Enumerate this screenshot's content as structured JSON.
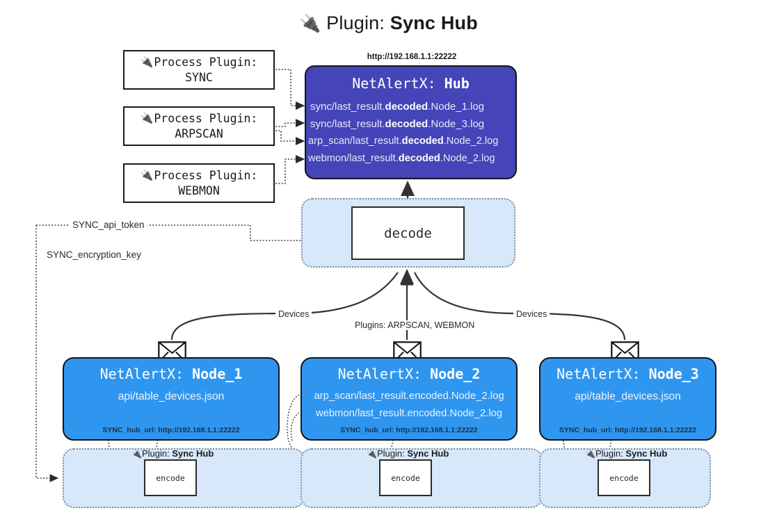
{
  "title": {
    "plug_icon": "plug-icon",
    "prefix": "Plugin: ",
    "name": "Sync Hub"
  },
  "process_plugins": [
    {
      "line1": "Process Plugin:",
      "line2": "SYNC",
      "icon": "plug-icon"
    },
    {
      "line1": "Process Plugin:",
      "line2": "ARPSCAN",
      "icon": "plug-icon"
    },
    {
      "line1": "Process Plugin:",
      "line2": "WEBMON",
      "icon": "plug-icon"
    }
  ],
  "hub": {
    "url": "http://192.168.1.1:22222",
    "title_prefix": "NetAlertX: ",
    "title_name": "Hub",
    "logs": [
      {
        "pre": "sync/last_result.",
        "bold": "decoded",
        "post": ".Node_1.log"
      },
      {
        "pre": "sync/last_result.",
        "bold": "decoded",
        "post": ".Node_3.log"
      },
      {
        "pre": "arp_scan/last_result.",
        "bold": "decoded",
        "post": ".Node_2.log"
      },
      {
        "pre": "webmon/last_result.",
        "bold": "decoded",
        "post": ".Node_2.log"
      }
    ]
  },
  "decode": {
    "label": "decode"
  },
  "tokens": [
    {
      "label": "SYNC_api_token"
    },
    {
      "label": "SYNC_encryption_key"
    }
  ],
  "edge_labels": {
    "devices_left": "Devices",
    "devices_right": "Devices",
    "plugins_center": "Plugins: ARPSCAN, WEBMON"
  },
  "nodes": [
    {
      "title_prefix": "NetAlertX: ",
      "title_name": "Node_1",
      "logs": [
        "api/table_devices.json"
      ],
      "footer": "SYNC_hub_url: http://192.168.1.1:22222",
      "envelope_icon": "envelope-icon",
      "plugin_label_prefix": "Plugin: ",
      "plugin_label_name": "Sync Hub",
      "encode_label": "encode"
    },
    {
      "title_prefix": "NetAlertX: ",
      "title_name": "Node_2",
      "logs": [
        "arp_scan/last_result.encoded.Node_2.log",
        "webmon/last_result.encoded.Node_2.log"
      ],
      "footer": "SYNC_hub_url: http://192.168.1.1:22222",
      "envelope_icon": "envelope-icon",
      "plugin_label_prefix": "Plugin: ",
      "plugin_label_name": "Sync Hub",
      "encode_label": "encode"
    },
    {
      "title_prefix": "NetAlertX: ",
      "title_name": "Node_3",
      "logs": [
        "api/table_devices.json"
      ],
      "footer": "SYNC_hub_url: http://192.168.1.1:22222",
      "envelope_icon": "envelope-icon",
      "plugin_label_prefix": "Plugin: ",
      "plugin_label_name": "Sync Hub",
      "encode_label": "encode"
    }
  ],
  "colors": {
    "hub_fill": "#4544b8",
    "node_fill": "#2f96f0",
    "container_fill": "#d6e8fa",
    "stroke": "#141414",
    "background": "#ffffff"
  }
}
